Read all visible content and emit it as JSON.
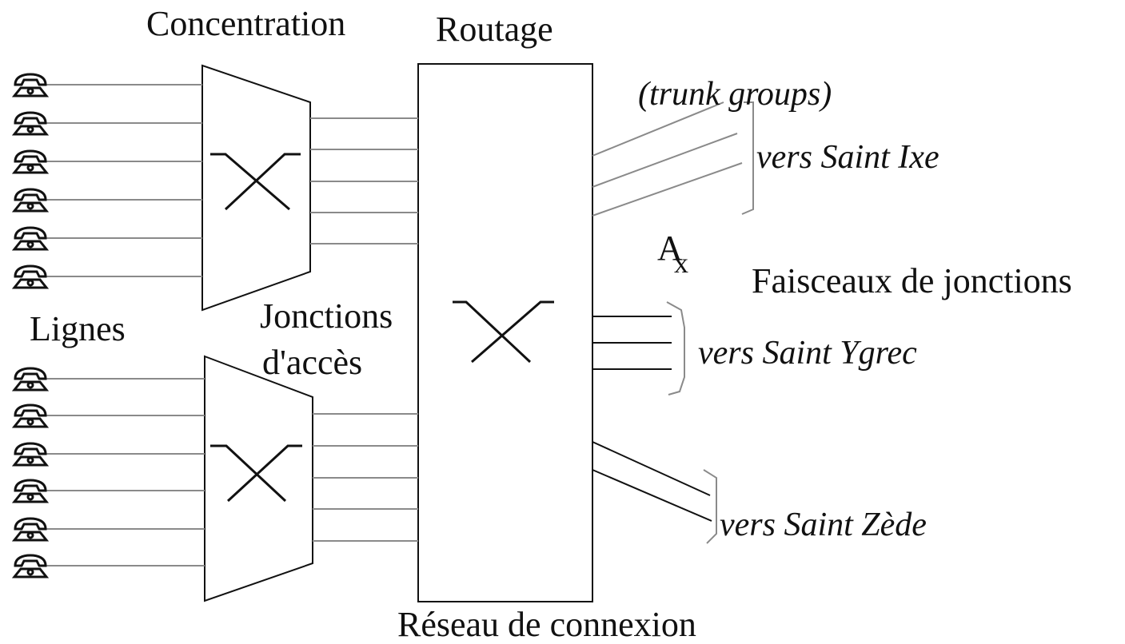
{
  "labels": {
    "concentration": "Concentration",
    "routage": "Routage",
    "trunk_groups": "(trunk groups)",
    "vers_saint_ixe": "vers Saint Ixe",
    "ax_main": "A",
    "ax_sub": "x",
    "faisceaux": "Faisceaux  de jonctions",
    "lignes": "Lignes",
    "jonctions_line1": "Jonctions",
    "jonctions_line2": "d'accès",
    "vers_saint_ygrec": "vers Saint Ygrec",
    "vers_saint_zede": "vers Saint Zède",
    "reseau": "Réseau de connexion"
  },
  "colors": {
    "ink": "#111111",
    "line_gray": "#8a8a8a",
    "background": "#ffffff"
  },
  "icons": {
    "telephone": "telephone-icon",
    "crossbar": "crossbar-switch-icon"
  }
}
